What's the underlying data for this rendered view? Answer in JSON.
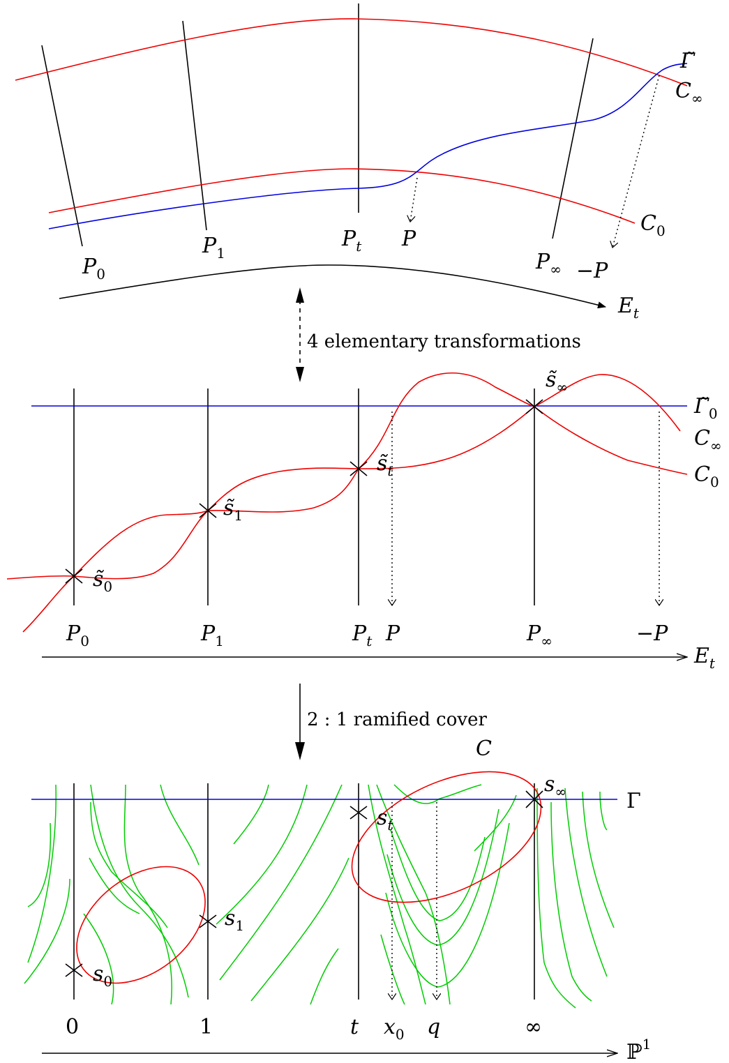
{
  "top_panel": {
    "labels": {
      "gamma_tilde": "Γ̃",
      "c_inf": "C",
      "c_inf_sub": "∞",
      "c_zero": "C",
      "c_zero_sub": "0",
      "p0": "P",
      "p0_sub": "0",
      "p1": "P",
      "p1_sub": "1",
      "pt": "P",
      "pt_sub": "t",
      "p": "P",
      "pinf": "P",
      "pinf_sub": "∞",
      "minus_p": "−P",
      "et": "E",
      "et_sub": "t"
    }
  },
  "arrow_1": {
    "label": "4 elementary transformations"
  },
  "middle_panel": {
    "labels": {
      "gamma_tilde0": "Γ̃",
      "gamma_tilde0_sub": "0",
      "c_inf": "C",
      "c_inf_sub": "∞",
      "c_zero": "C",
      "c_zero_sub": "0",
      "s0": "s̃",
      "s0_sub": "0",
      "s1": "s̃",
      "s1_sub": "1",
      "st": "s̃",
      "st_sub": "t",
      "sinf": "s̃",
      "sinf_sub": "∞",
      "p0": "P",
      "p0_sub": "0",
      "p1": "P",
      "p1_sub": "1",
      "pt": "P",
      "pt_sub": "t",
      "p": "P",
      "pinf": "P",
      "pinf_sub": "∞",
      "minus_p": "−P",
      "et": "E",
      "et_sub": "t"
    }
  },
  "arrow_2": {
    "label": "2 : 1 ramified cover"
  },
  "bottom_panel": {
    "labels": {
      "c": "C",
      "gamma": "Γ",
      "s0": "s",
      "s0_sub": "0",
      "s1": "s",
      "s1_sub": "1",
      "st": "s",
      "st_sub": "t",
      "sinf": "s",
      "sinf_sub": "∞",
      "x_zero": "0",
      "x_one": "1",
      "x_t": "t",
      "x_x0": "x",
      "x_x0_sub": "0",
      "x_q": "q",
      "x_inf": "∞",
      "p1": "ℙ",
      "p1_sup": "1"
    }
  }
}
